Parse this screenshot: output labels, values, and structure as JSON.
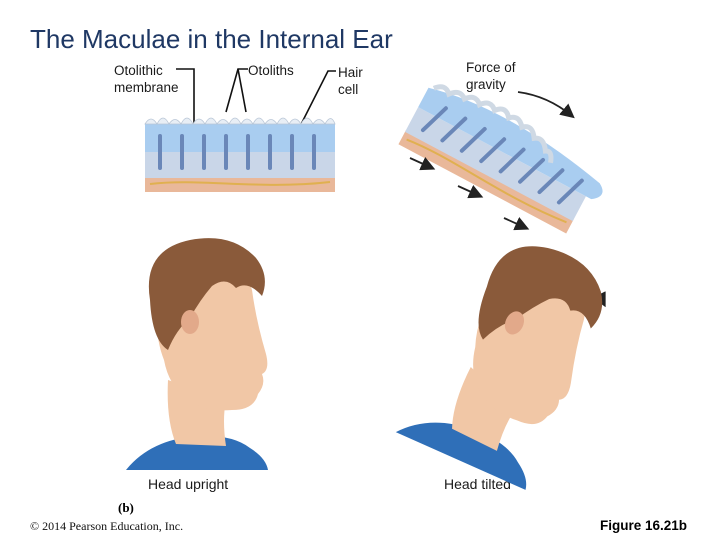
{
  "title": "The Maculae in the Internal Ear",
  "labels": {
    "otolithic_membrane": [
      "Otolithic",
      "membrane"
    ],
    "otoliths": "Otoliths",
    "hair_cell": [
      "Hair",
      "cell"
    ],
    "force_of_gravity": [
      "Force of",
      "gravity"
    ],
    "head_upright": "Head upright",
    "head_tilted": "Head tilted",
    "panel_letter": "(b)"
  },
  "footer": {
    "copyright": "© 2014 Pearson Education, Inc.",
    "figure": "Figure 16.21b"
  },
  "colors": {
    "title": "#1f3864",
    "membrane": "#a9cdf0",
    "otolith": "#e8eef5",
    "hair_cell": "#6a87b8",
    "base": "#e9b89a",
    "nerve": "#e0b050",
    "skin": "#f1c7a6",
    "hair": "#8a5a3a",
    "shirt": "#2f6fb8"
  }
}
